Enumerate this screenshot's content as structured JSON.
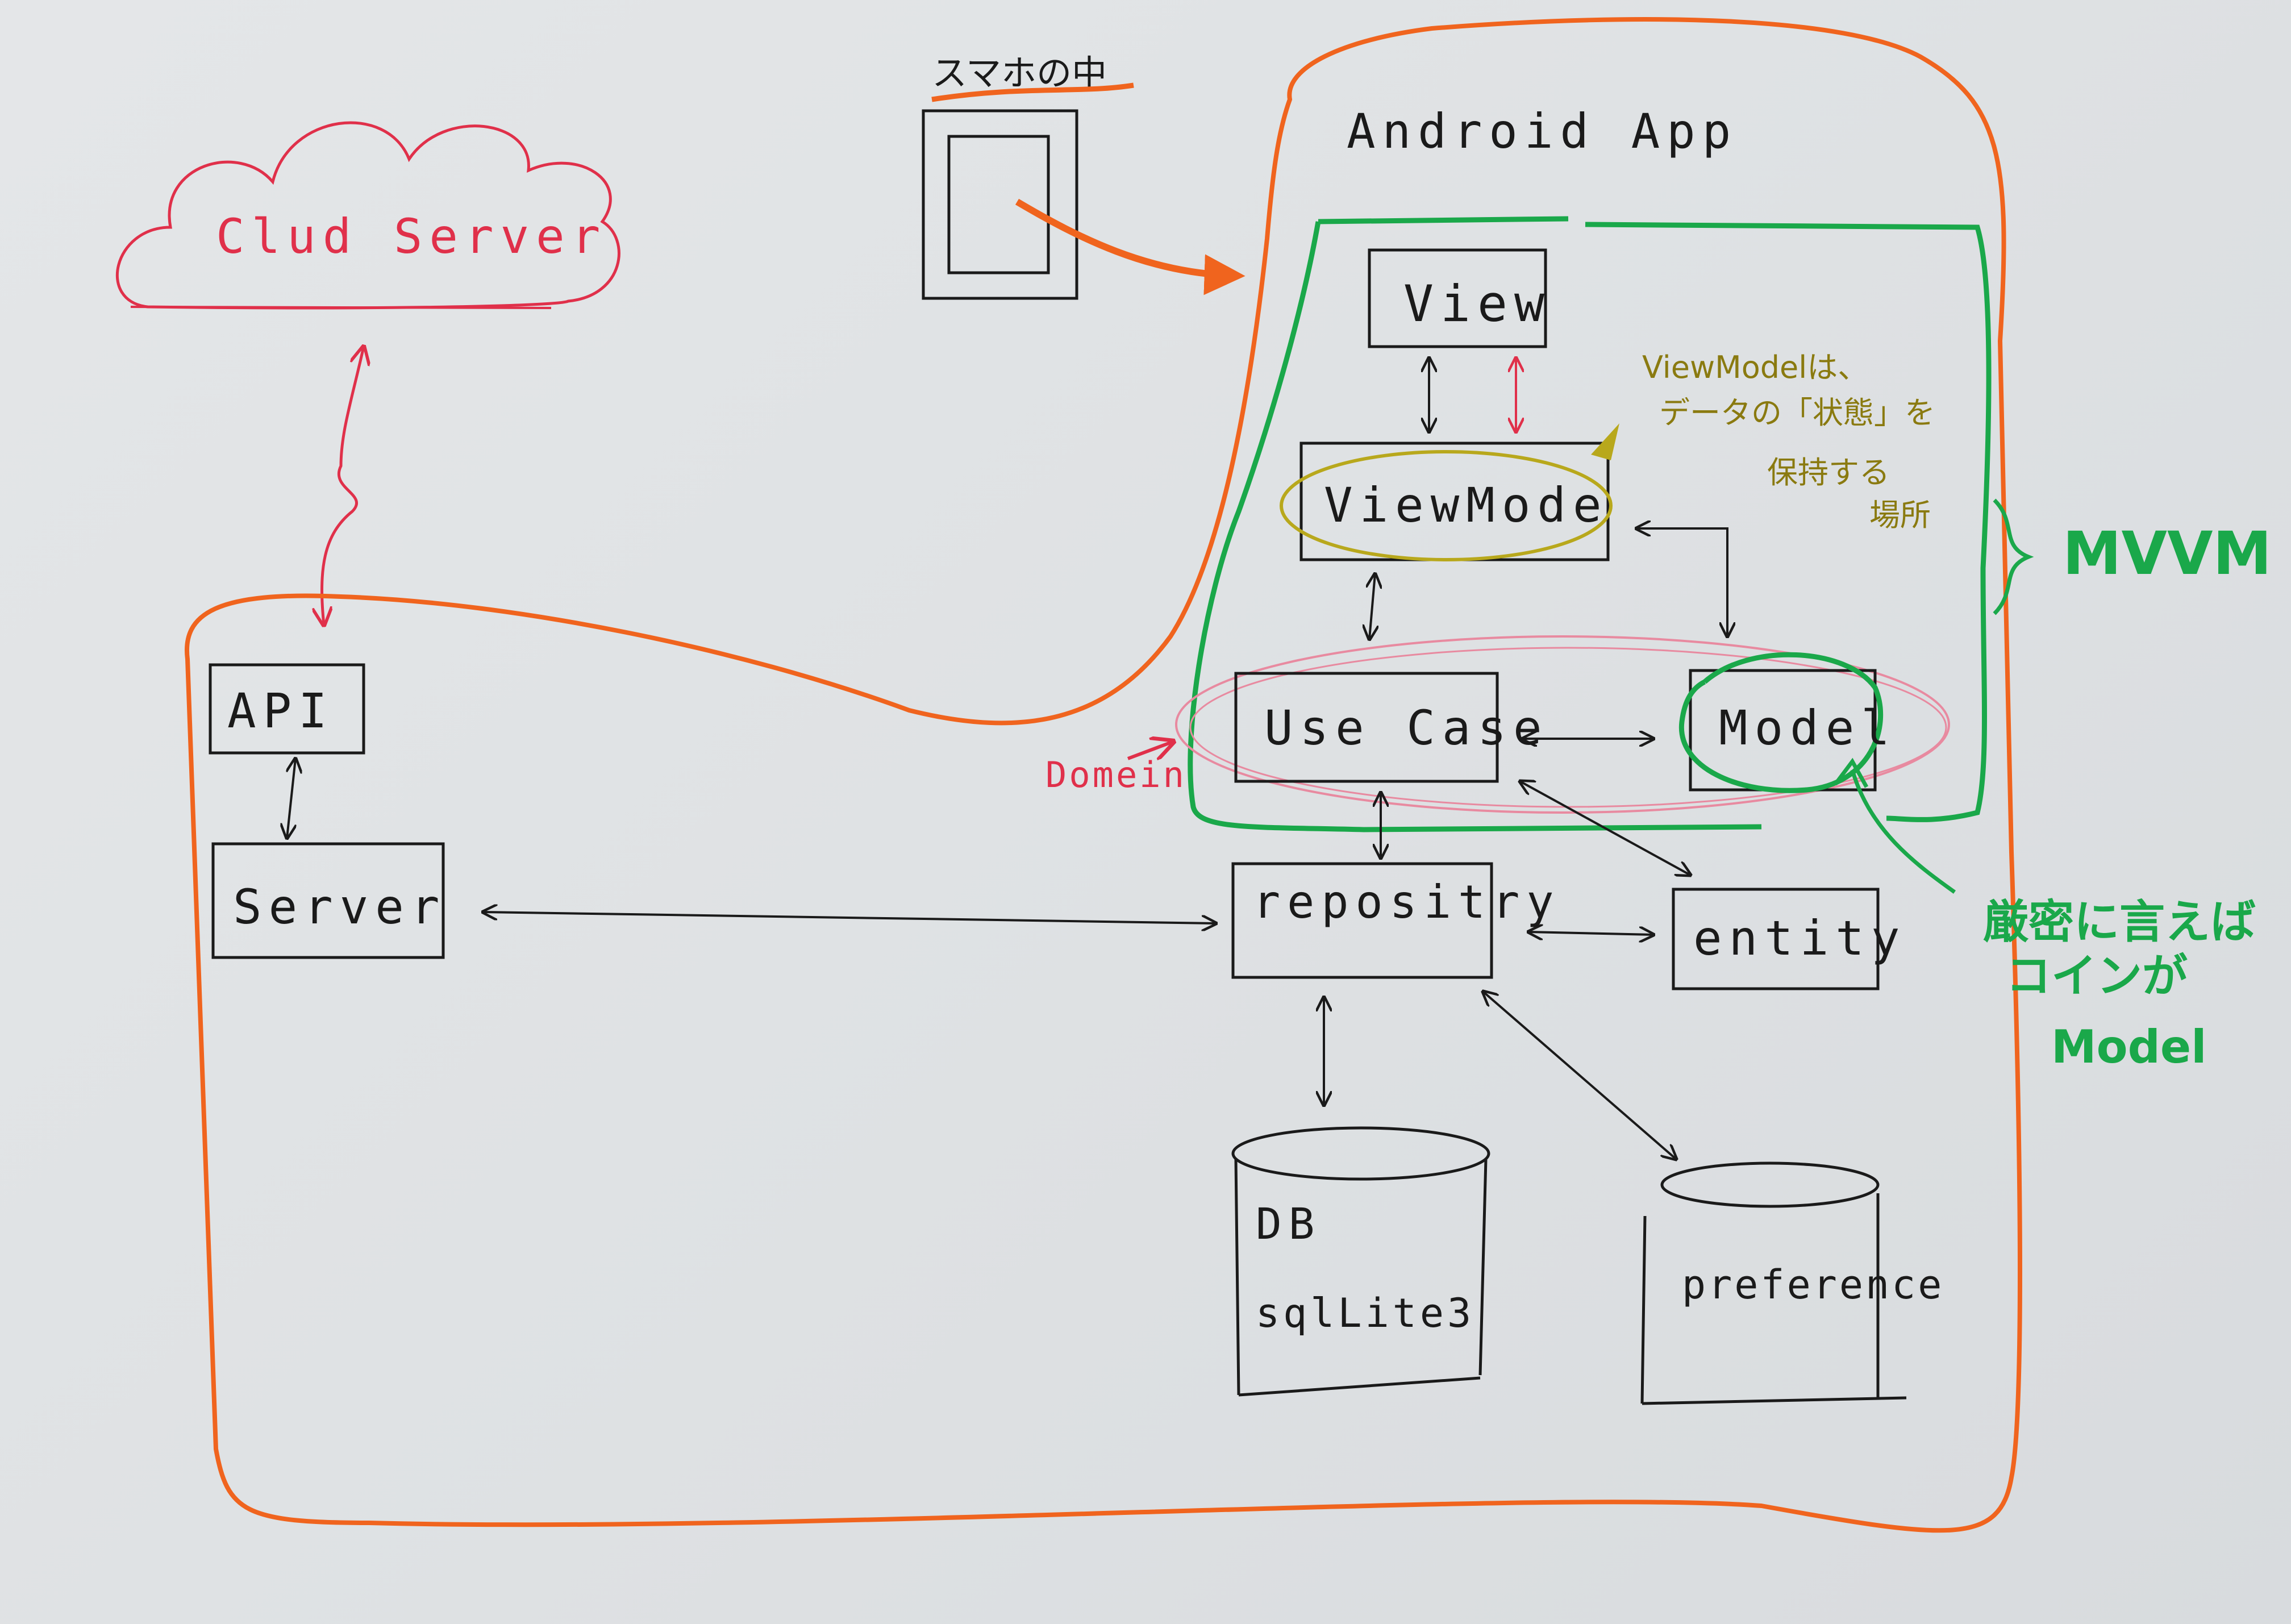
{
  "labels": {
    "cloud_server": "Clud Server",
    "smartphone_caption": "スマホの中",
    "android_app": "Android App",
    "view": "View",
    "viewmodel": "ViewMode",
    "use_case": "Use Case",
    "model": "Model",
    "domain": "Domein",
    "api": "API",
    "server": "Server",
    "repository": "repositry",
    "entity": "entity",
    "db": "DB",
    "db_engine": "sqlLite3",
    "preference": "preference",
    "mvvm": "MVVM"
  },
  "notes": {
    "viewmodel_note": [
      "ViewModelは、",
      "データの「状態」を",
      "保持する",
      "場所"
    ],
    "model_note": [
      "厳密に言えば",
      "コインが",
      "Model"
    ]
  },
  "colors": {
    "paper": "#e2e4e6",
    "ink": "#1a1a1a",
    "orange": "#f0641e",
    "green": "#1aa84a",
    "red": "#e0304a",
    "pink": "#e88aa0",
    "olive": "#b8a81c",
    "note_text": "#8a7a10"
  }
}
